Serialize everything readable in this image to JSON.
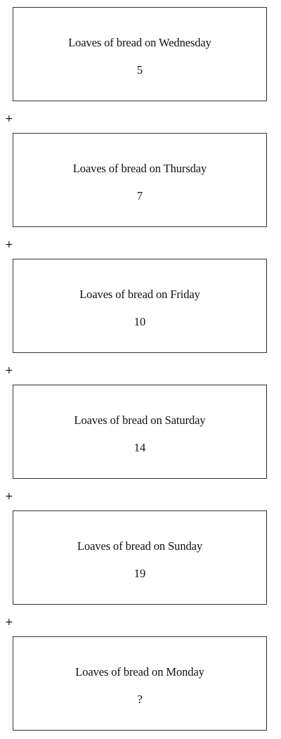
{
  "cards": [
    {
      "label": "Loaves of bread on Wednesday",
      "value": "5"
    },
    {
      "label": "Loaves of bread on Thursday",
      "value": "7"
    },
    {
      "label": "Loaves of bread on Friday",
      "value": "10"
    },
    {
      "label": "Loaves of bread on Saturday",
      "value": "14"
    },
    {
      "label": "Loaves of bread on Sunday",
      "value": "19"
    },
    {
      "label": "Loaves of bread on Monday",
      "value": "?"
    }
  ],
  "operator": "+"
}
